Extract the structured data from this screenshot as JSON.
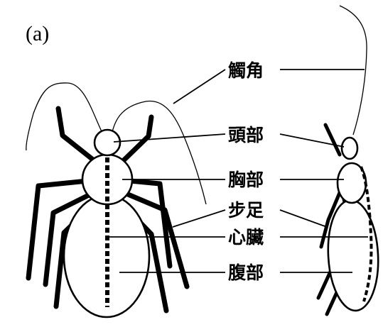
{
  "figure_tag": "(a)",
  "labels": {
    "antenna": "觸角",
    "head": "頭部",
    "thorax": "胸部",
    "legs": "步足",
    "heart": "心臟",
    "abdomen": "腹部"
  }
}
